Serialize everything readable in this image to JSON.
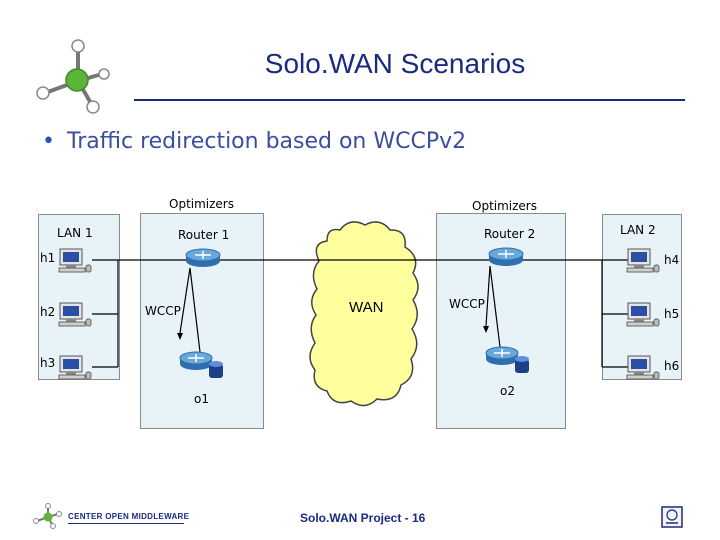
{
  "slide": {
    "title": "Solo.WAN Scenarios",
    "bullet": "Traffic redirection based on WCCPv2",
    "footer": {
      "project": "Solo.WAN Project - 16",
      "logo_text": "CENTER OPEN MIDDLEWARE"
    }
  },
  "diagram": {
    "optimizers_left": "Optimizers",
    "optimizers_right": "Optimizers",
    "lan1": "LAN 1",
    "lan2": "LAN 2",
    "router1": "Router 1",
    "router2": "Router 2",
    "wan": "WAN",
    "wccp_left": "WCCP",
    "wccp_right": "WCCP",
    "o1": "o1",
    "o2": "o2",
    "hosts": {
      "h1": "h1",
      "h2": "h2",
      "h3": "h3",
      "h4": "h4",
      "h5": "h5",
      "h6": "h6"
    }
  },
  "colors": {
    "title": "#1a2a80",
    "bullet": "#3a4ea0",
    "cloud": "#ffff9e",
    "box": "#e8f3f8",
    "router": "#3a7fc0"
  }
}
